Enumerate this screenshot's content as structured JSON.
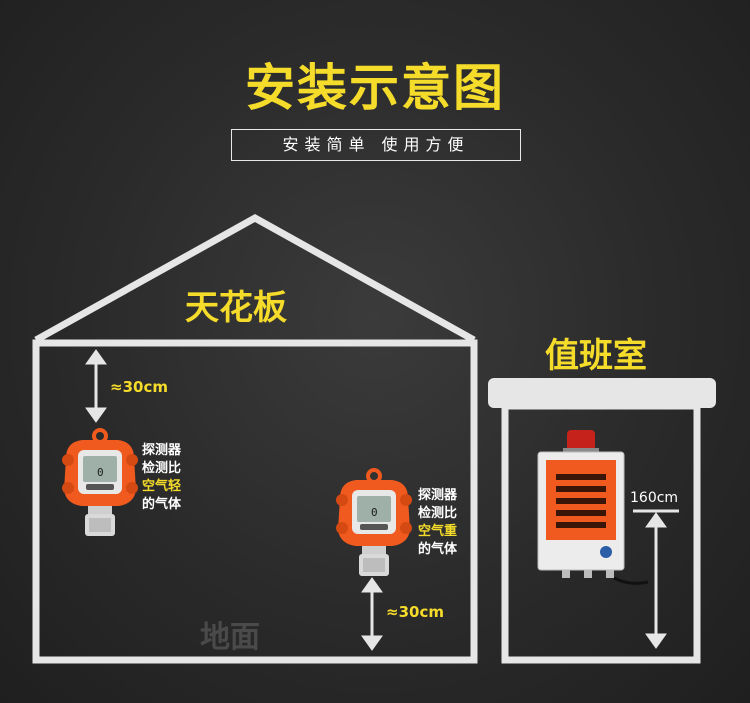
{
  "header": {
    "title": "安装示意图",
    "subtitle": "安装简单  使用方便"
  },
  "labels": {
    "ceiling": "天花板",
    "duty_room": "值班室",
    "floor_ghost": "地面"
  },
  "detector_light": {
    "distance": "≈30cm",
    "line1": "探测器",
    "line2": "检测比",
    "line3": "空气轻",
    "line4": "的气体",
    "screen_value": "0"
  },
  "detector_heavy": {
    "distance": "≈30cm",
    "line1": "探测器",
    "line2": "检测比",
    "line3": "空气重",
    "line4": "的气体",
    "screen_value": "0"
  },
  "controller": {
    "height": "160cm"
  },
  "colors": {
    "accent_yellow": "#f6dc2a",
    "device_orange": "#f05a1e",
    "outline": "#e6e6e6"
  }
}
